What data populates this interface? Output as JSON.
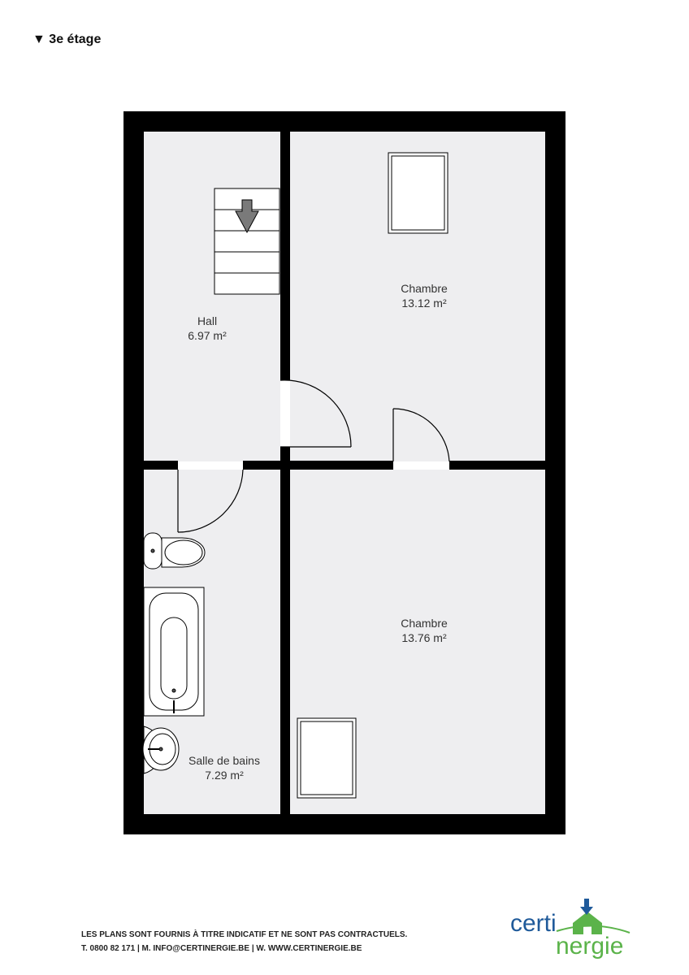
{
  "floor": {
    "label": "3e étage",
    "marker": "triangle-down-icon"
  },
  "rooms": [
    {
      "name": "Hall",
      "area": "6.97 m²"
    },
    {
      "name": "Chambre",
      "area": "13.12 m²"
    },
    {
      "name": "Chambre",
      "area": "13.76 m²"
    },
    {
      "name": "Salle de bains",
      "area": "7.29 m²"
    }
  ],
  "footer": {
    "disclaimer": "LES PLANS SONT FOURNIS À TITRE INDICATIF ET NE SONT PAS CONTRACTUELS.",
    "contact": "T. 0800 82 171 | M. INFO@CERTINERGIE.BE | W. WWW.CERTINERGIE.BE"
  },
  "logo": {
    "line1": "certi",
    "line2": "nergie",
    "icon": "house-arrow-icon"
  },
  "colors": {
    "wall": "#000000",
    "floor": "#eeeef0",
    "logo_blue": "#1f5a9a",
    "logo_green": "#5bb34a"
  }
}
